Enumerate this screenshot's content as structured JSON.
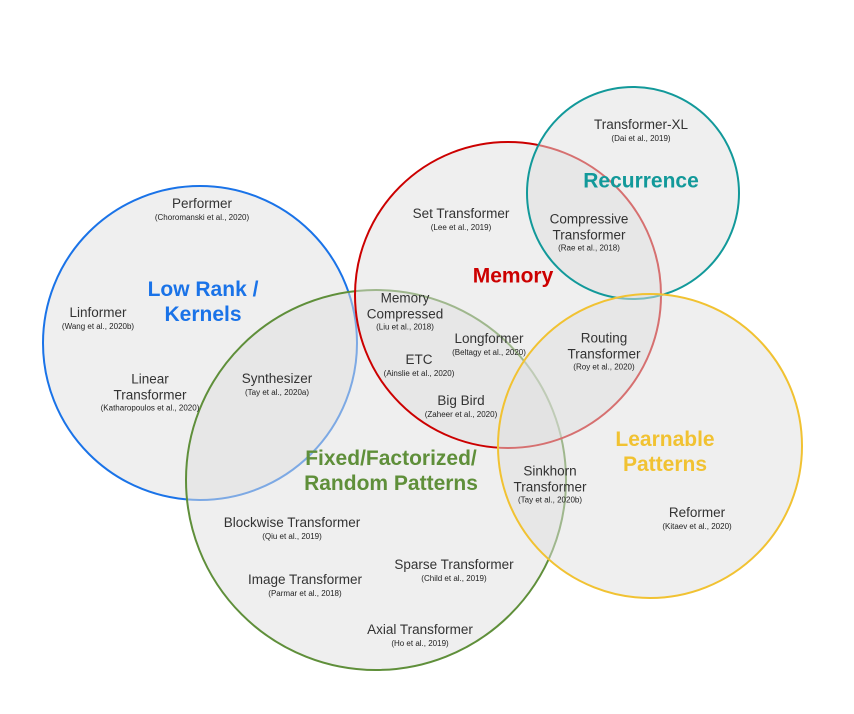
{
  "colors": {
    "circle_fill": "#e0e0e0",
    "low_rank": "#1a73e8",
    "memory": "#cc0000",
    "recurrence": "#12999a",
    "fixed": "#5f8f3a",
    "learnable": "#f1c232"
  },
  "categories": {
    "low_rank": [
      "Low Rank /",
      "Kernels"
    ],
    "memory": [
      "Memory"
    ],
    "recurrence": [
      "Recurrence"
    ],
    "fixed": [
      "Fixed/Factorized/",
      "Random Patterns"
    ],
    "learnable": [
      "Learnable",
      "Patterns"
    ]
  },
  "models": [
    {
      "id": "performer",
      "name": [
        "Performer"
      ],
      "cite": "(Choromanski et al., 2020)"
    },
    {
      "id": "linformer",
      "name": [
        "Linformer"
      ],
      "cite": "(Wang et al., 2020b)"
    },
    {
      "id": "linear-transformer",
      "name": [
        "Linear",
        "Transformer"
      ],
      "cite": "(Katharopoulos et al., 2020)"
    },
    {
      "id": "synthesizer",
      "name": [
        "Synthesizer"
      ],
      "cite": "(Tay et al., 2020a)"
    },
    {
      "id": "set-transformer",
      "name": [
        "Set Transformer"
      ],
      "cite": "(Lee et al., 2019)"
    },
    {
      "id": "transformer-xl",
      "name": [
        "Transformer-XL"
      ],
      "cite": "(Dai et al., 2019)"
    },
    {
      "id": "compressive-transformer",
      "name": [
        "Compressive",
        "Transformer"
      ],
      "cite": "(Rae et al., 2018)"
    },
    {
      "id": "memory-compressed",
      "name": [
        "Memory",
        "Compressed"
      ],
      "cite": "(Liu et al., 2018)"
    },
    {
      "id": "longformer",
      "name": [
        "Longformer"
      ],
      "cite": "(Beltagy et al., 2020)"
    },
    {
      "id": "etc",
      "name": [
        "ETC"
      ],
      "cite": "(Ainslie et al., 2020)"
    },
    {
      "id": "big-bird",
      "name": [
        "Big Bird"
      ],
      "cite": "(Zaheer et al., 2020)"
    },
    {
      "id": "routing-transformer",
      "name": [
        "Routing",
        "Transformer"
      ],
      "cite": "(Roy et al., 2020)"
    },
    {
      "id": "sinkhorn-transformer",
      "name": [
        "Sinkhorn",
        "Transformer"
      ],
      "cite": "(Tay et al., 2020b)"
    },
    {
      "id": "reformer",
      "name": [
        "Reformer"
      ],
      "cite": "(Kitaev et al., 2020)"
    },
    {
      "id": "blockwise-transformer",
      "name": [
        "Blockwise Transformer"
      ],
      "cite": "(Qiu et al., 2019)"
    },
    {
      "id": "sparse-transformer",
      "name": [
        "Sparse Transformer"
      ],
      "cite": "(Child et al., 2019)"
    },
    {
      "id": "image-transformer",
      "name": [
        "Image Transformer"
      ],
      "cite": "(Parmar et al., 2018)"
    },
    {
      "id": "axial-transformer",
      "name": [
        "Axial Transformer"
      ],
      "cite": "(Ho et al., 2019)"
    }
  ]
}
